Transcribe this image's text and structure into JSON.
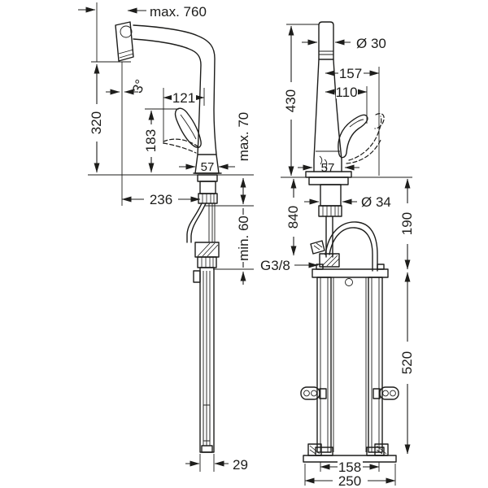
{
  "diagram": {
    "kind": "kitchen-faucet installation dimension drawing",
    "views": [
      "front view with pull-out hose",
      "side view with mounting box"
    ]
  },
  "colors": {
    "line": "#1d1d1b",
    "background": "#ffffff"
  },
  "dims": {
    "front": {
      "pullout_max": "max. 760",
      "height": "320",
      "angle": "3°",
      "handle_reach": "121",
      "handle_height": "183",
      "deck_max": "max. 70",
      "base_width": "57",
      "reach": "236",
      "clearance_min": "min. 60",
      "hose_dia": "29"
    },
    "side": {
      "height": "430",
      "spout_dia": "Ø 30",
      "lever_out": "157",
      "lever_up": "110",
      "base_depth": "57",
      "shank_dia": "Ø 34",
      "hose_len": "840",
      "under_deck": "190",
      "thread": "G3/8",
      "box_height": "520",
      "box_width": "158",
      "plate_width": "250"
    }
  }
}
